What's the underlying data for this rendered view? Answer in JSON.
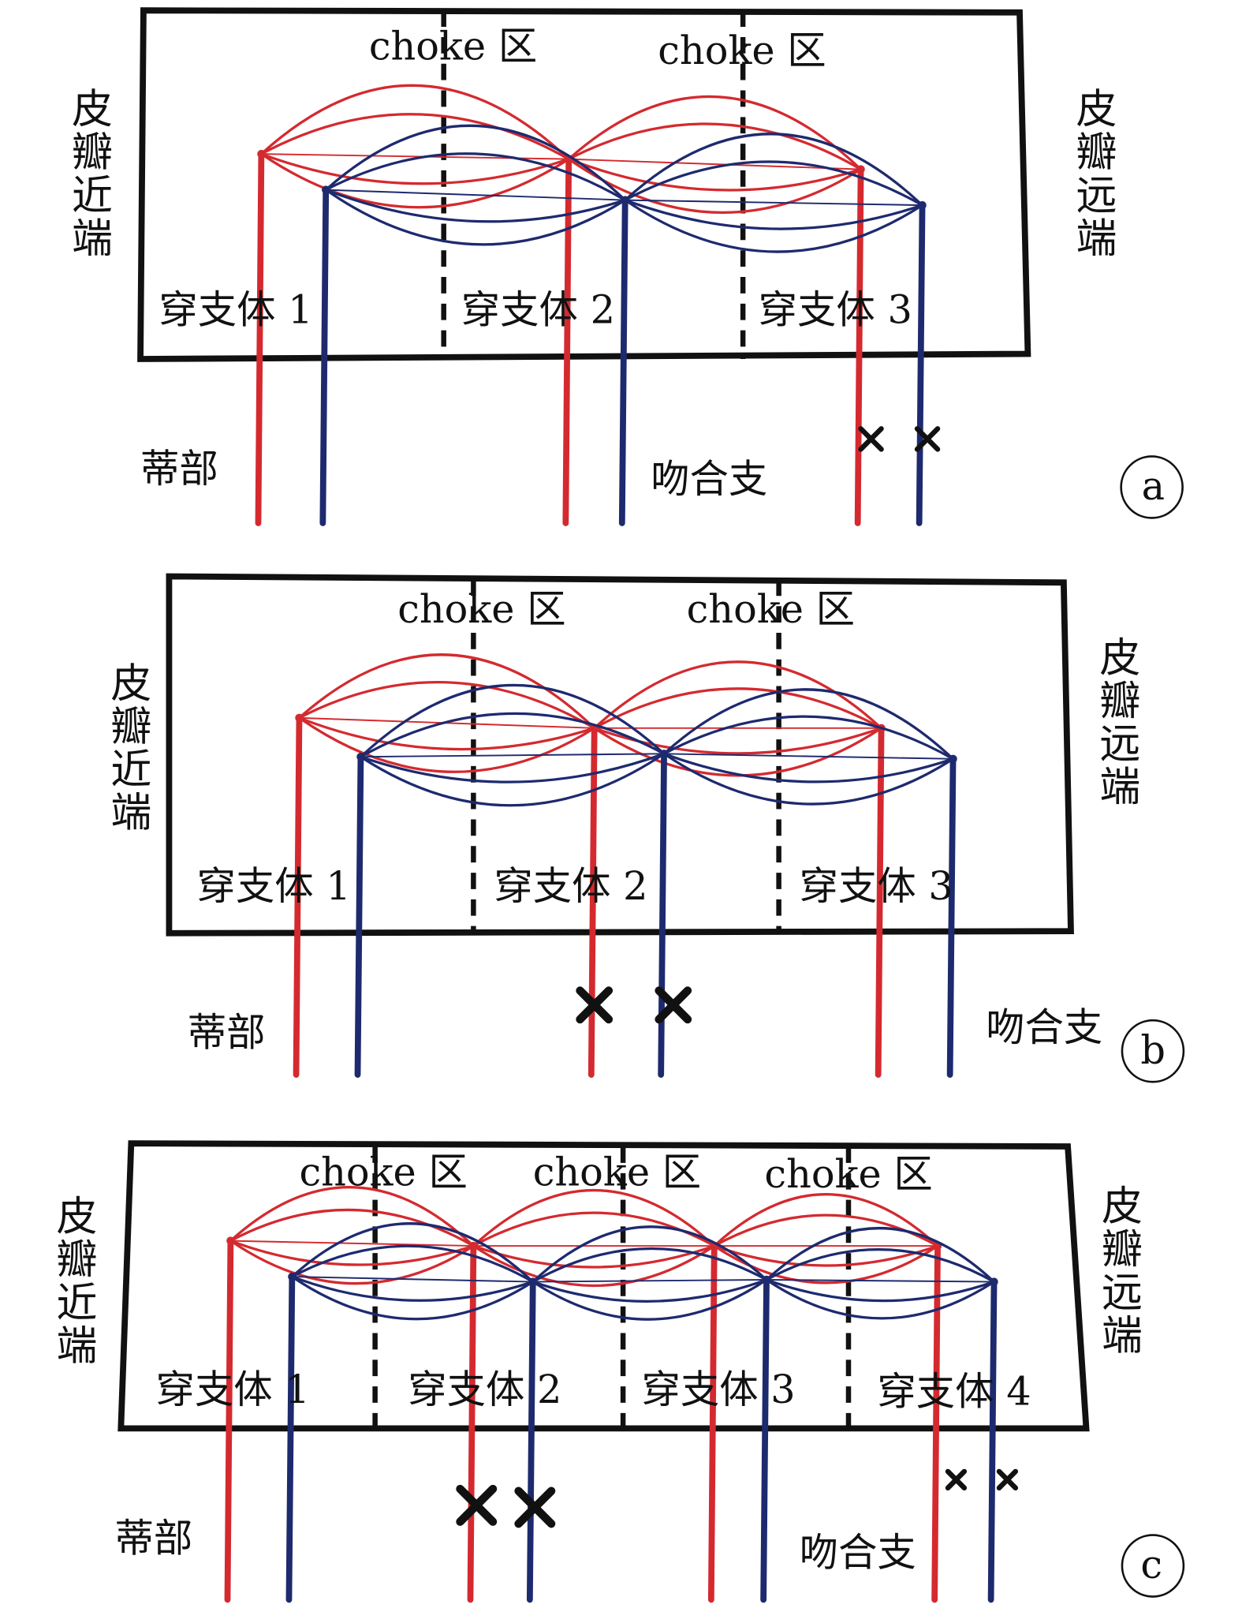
{
  "colors": {
    "artery": "#d42a2f",
    "vein": "#1e2a6e",
    "frame": "#111111"
  },
  "labels": {
    "choke": "choke 区",
    "proximal": [
      "皮",
      "瓣",
      "近",
      "端"
    ],
    "distal": [
      "皮",
      "瓣",
      "远",
      "端"
    ],
    "pedicle": "蒂部",
    "anastomosis": "吻合支",
    "perforasomes": [
      "穿支体 1",
      "穿支体 2",
      "穿支体 3",
      "穿支体 4"
    ]
  },
  "panels": [
    {
      "id": "a",
      "perforasome_count": 3
    },
    {
      "id": "b",
      "perforasome_count": 3
    },
    {
      "id": "c",
      "perforasome_count": 4
    }
  ]
}
